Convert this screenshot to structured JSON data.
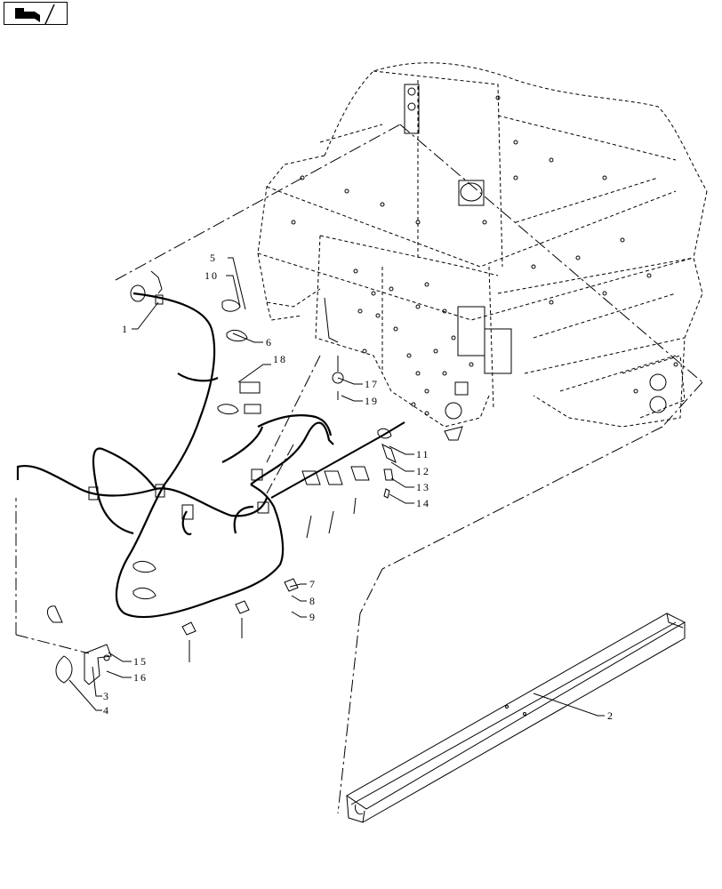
{
  "diagram": {
    "nav_icon": "back-arrow-icon",
    "callouts": [
      {
        "id": "c1",
        "label": "1"
      },
      {
        "id": "c2",
        "label": "2"
      },
      {
        "id": "c3",
        "label": "3"
      },
      {
        "id": "c4",
        "label": "4"
      },
      {
        "id": "c5",
        "label": "5"
      },
      {
        "id": "c6",
        "label": "6"
      },
      {
        "id": "c7",
        "label": "7"
      },
      {
        "id": "c8",
        "label": "8"
      },
      {
        "id": "c9",
        "label": "9"
      },
      {
        "id": "c10",
        "label": "10"
      },
      {
        "id": "c11",
        "label": "11"
      },
      {
        "id": "c12",
        "label": "12"
      },
      {
        "id": "c13",
        "label": "13"
      },
      {
        "id": "c14",
        "label": "14"
      },
      {
        "id": "c15",
        "label": "15"
      },
      {
        "id": "c16",
        "label": "16"
      },
      {
        "id": "c17",
        "label": "17"
      },
      {
        "id": "c18",
        "label": "18"
      },
      {
        "id": "c19",
        "label": "19"
      }
    ]
  }
}
